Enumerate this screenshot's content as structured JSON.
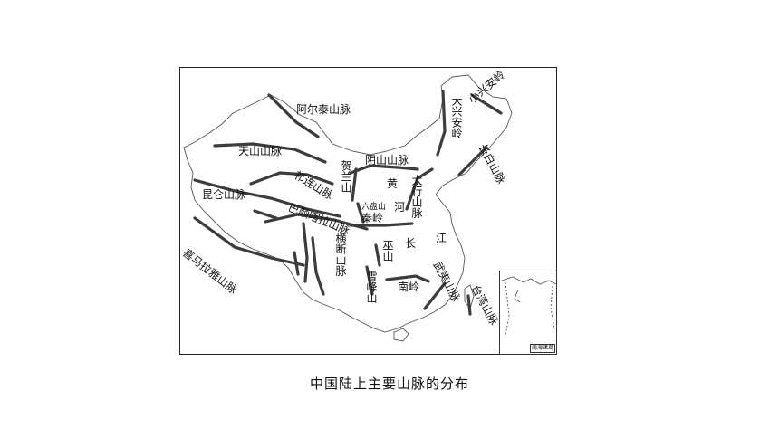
{
  "caption": "中国陆上主要山脉的分布",
  "labels": {
    "altay": "阿尔泰山脉",
    "tianshan": "天山山脉",
    "kunlun": "昆仑山脉",
    "himalaya": "喜马拉雅山脉",
    "qilian": "祁连山脉",
    "bayankala": "巴颜喀拉山脉",
    "helan": "贺兰山",
    "liupan": "六盘山",
    "qinling": "秦岭",
    "yinshan": "阴山山脉",
    "huang": "黄",
    "he": "河",
    "taihang": "太行山脉",
    "daxinganling": "大兴安岭",
    "xiaoxinganling": "小兴安岭",
    "changbai": "长白山脉",
    "hengduan": "横断山脉",
    "wushan": "巫山",
    "chang": "长",
    "jiang": "江",
    "xuefeng": "雪峰山",
    "nanling": "南岭",
    "wuyi": "武夷山脉",
    "taiwan": "台湾山脉",
    "inset": "南海诸岛"
  }
}
